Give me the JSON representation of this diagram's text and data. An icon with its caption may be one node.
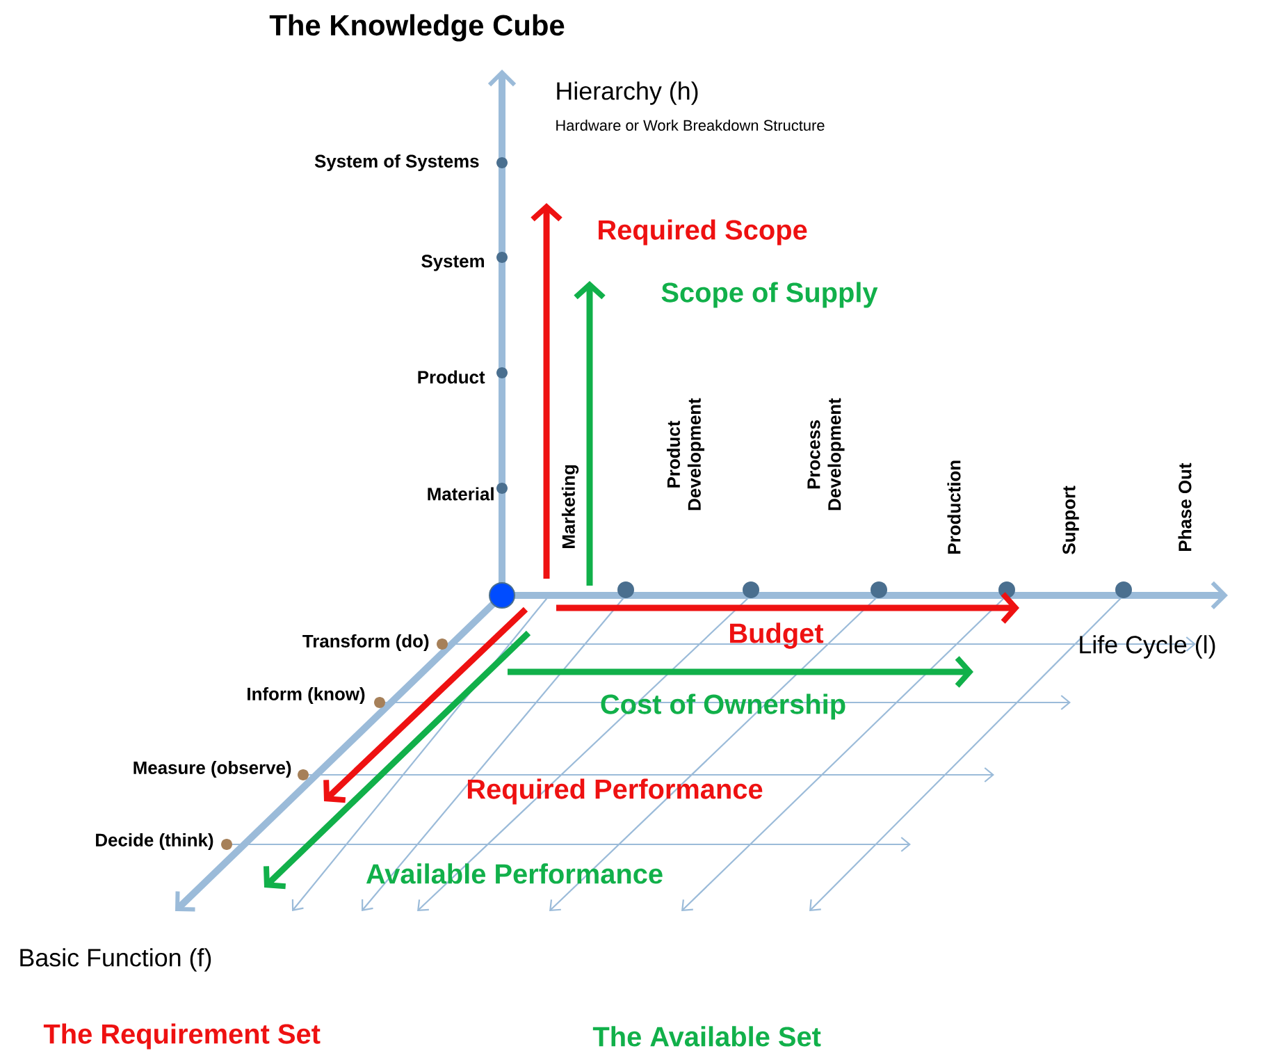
{
  "diagram": {
    "title": "The Knowledge Cube",
    "labels": [
      "Hierarchy (h)",
      "Hardware or Work Breakdown Structure",
      "System of Systems",
      "Required Scope",
      "System",
      "Scope of Supply",
      "Product",
      "Material",
      "Marketing",
      "Product Development",
      "Process Development",
      "Production",
      "Support",
      "Phase Out",
      "Transform (do)",
      "Budget",
      "Life Cycle (l)",
      "Inform (know)",
      "Cost of Ownership",
      "Measure (observe)",
      "Required Performance",
      "Decide (think)",
      "Available Performance",
      "Basic Function (f)",
      "The Requirement Set",
      "The Available Set"
    ]
  }
}
